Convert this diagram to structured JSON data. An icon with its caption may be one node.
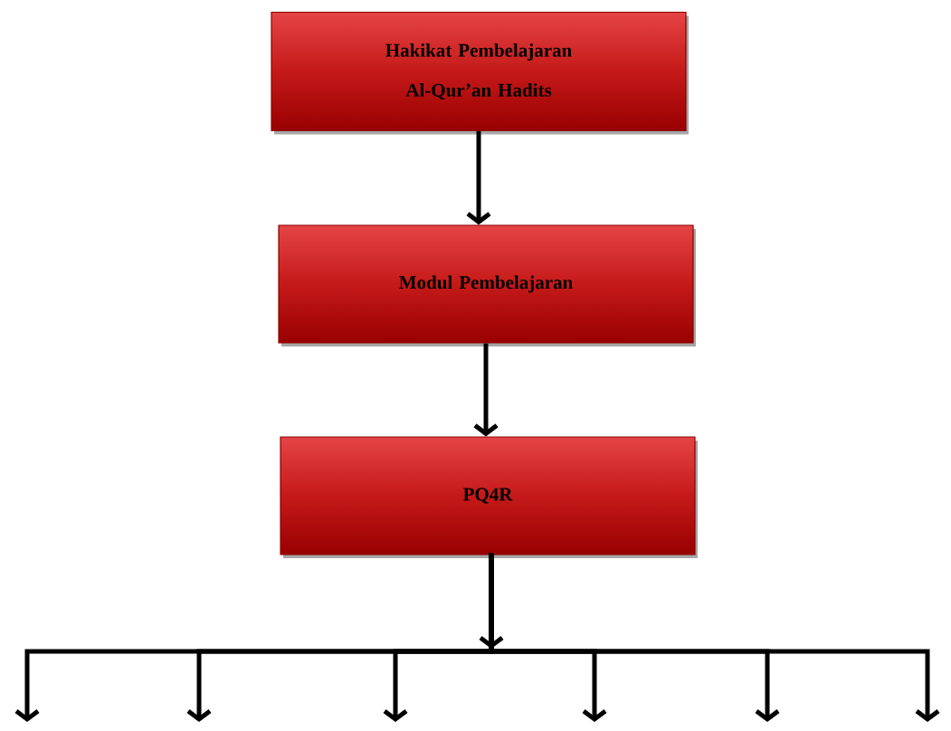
{
  "diagram": {
    "nodes": [
      {
        "text": [
          "Hakikat Pembelajaran Al-Qur’an Hadits"
        ]
      },
      {
        "text": [
          "Modul Pembelajaran"
        ]
      },
      {
        "text": [
          "PQ4R"
        ]
      }
    ],
    "edges": [
      {
        "from": 0,
        "to": 1,
        "arrow": "to"
      },
      {
        "from": 1,
        "to": 2,
        "arrow": "to"
      },
      {
        "from": 2,
        "to": null,
        "arrow": "to"
      },
      {
        "from": 2,
        "to": null,
        "arrow": "to"
      },
      {
        "from": 2,
        "to": null,
        "arrow": "to"
      },
      {
        "from": 2,
        "to": null,
        "arrow": "to"
      },
      {
        "from": 2,
        "to": null,
        "arrow": "to"
      },
      {
        "from": 2,
        "to": null,
        "arrow": "to"
      }
    ]
  }
}
